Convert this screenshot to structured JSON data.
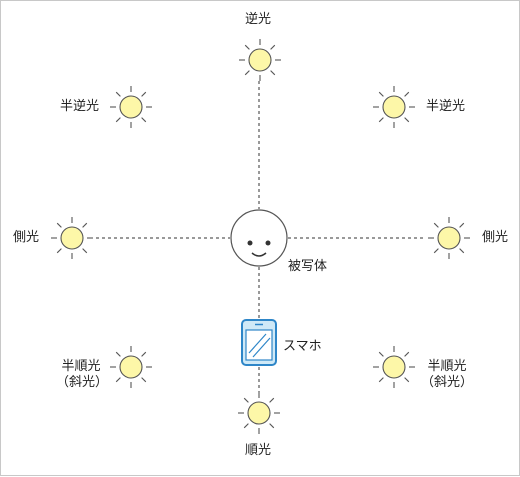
{
  "labels": {
    "top": "逆光",
    "top_left": "半逆光",
    "top_right": "半逆光",
    "left": "側光",
    "right": "側光",
    "bottom_left_1": "半順光",
    "bottom_left_2": "（斜光）",
    "bottom_right_1": "半順光",
    "bottom_right_2": "（斜光）",
    "bottom": "順光",
    "subject": "被写体",
    "phone": "スマホ"
  },
  "colors": {
    "sun_fill": "#fdf7a8",
    "sun_stroke": "#555555",
    "line": "#333333",
    "phone_fill": "#cfe9f7",
    "phone_stroke": "#2e86c8"
  },
  "icons": [
    "sun-icon",
    "face-icon",
    "smartphone-icon"
  ]
}
